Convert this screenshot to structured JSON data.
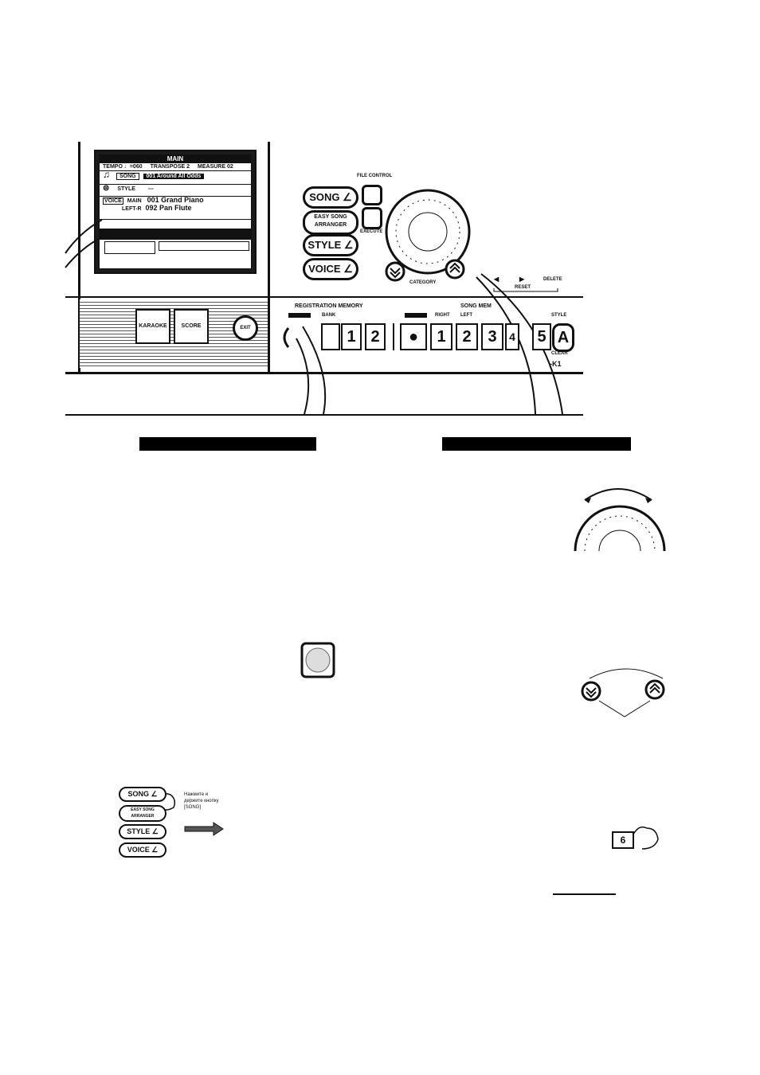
{
  "display": {
    "title": "MAIN",
    "tempo": "TEMPO ♩=060",
    "transpose": "TRANSPOSE 2",
    "measure": "MEASURE 02",
    "song_label": "SONG",
    "song_name": "001 Around All Odds",
    "style_label": "STYLE",
    "style_value": "---",
    "voice_label": "VOICE",
    "voice_main_label": "MAIN",
    "voice_main": "001 Grand Piano",
    "voice_left_label": "LEFT-R",
    "voice_left": "092 Pan Flute"
  },
  "buttons": {
    "song": "SONG",
    "easy_song_line1": "EASY SONG",
    "easy_song_line2": "ARRANGER",
    "style": "STYLE",
    "voice": "VOICE",
    "karaoke": "KARAOKE",
    "score": "SCORE",
    "exit": "EXIT",
    "file_control": "FILE CONTROL",
    "execute": "EXECUTE",
    "category": "CATEGORY",
    "reset": "RESET",
    "delete": "DELETE",
    "style_small": "STYLE",
    "clear": "CLEAR",
    "model_suffix": "-K1"
  },
  "registration": {
    "title": "REGISTRATION MEMORY",
    "bank": "BANK",
    "keys": [
      "1",
      "2"
    ]
  },
  "song_memory": {
    "title": "SONG MEM",
    "right": "RIGHT",
    "left": "LEFT",
    "keys": [
      "1",
      "2",
      "3",
      "4",
      "5"
    ],
    "style_key": "A"
  },
  "small_panel": {
    "song": "SONG",
    "easy_line1": "EASY SONG",
    "easy_line2": "ARRANGER",
    "style": "STYLE",
    "voice": "VOICE",
    "caption_line1": "Нажмите и",
    "caption_line2": "держите кнопку",
    "caption_line3": "[SONG]"
  },
  "number_key": "6"
}
